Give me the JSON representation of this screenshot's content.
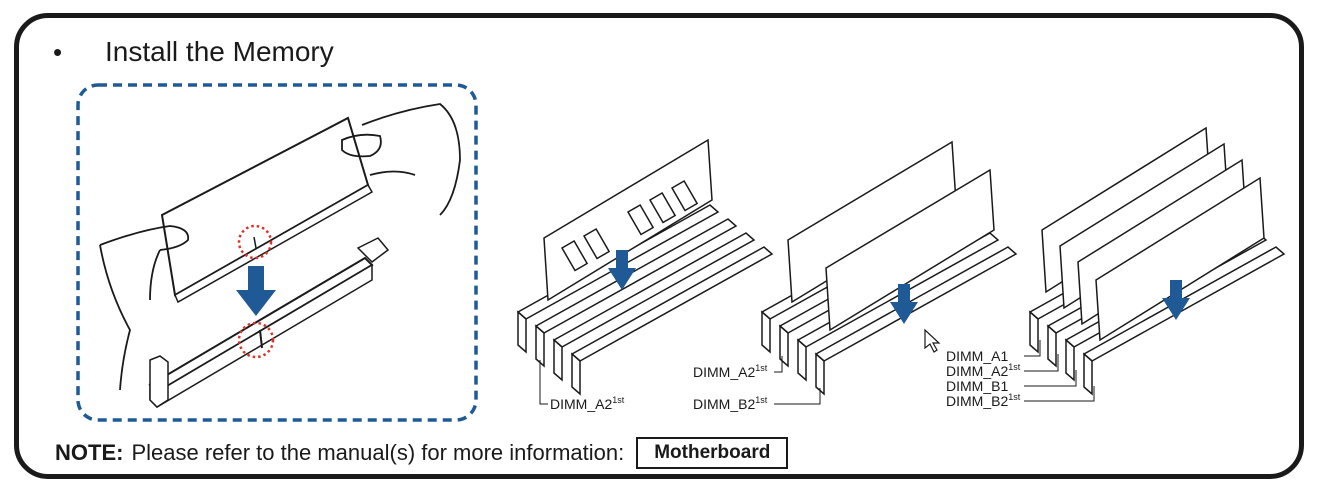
{
  "heading": {
    "bullet": "•",
    "text": "Install the Memory"
  },
  "labels": {
    "dimm_a1": "DIMM_A1",
    "dimm_a2": "DIMM_A2",
    "dimm_b1": "DIMM_B1",
    "dimm_b2": "DIMM_B2",
    "first_sup": "1st"
  },
  "note": {
    "key": "NOTE:",
    "text": "Please refer to the manual(s) for more information:",
    "button_label": "Motherboard"
  },
  "colors": {
    "border": "#1a1a1a",
    "dashed_box": "#1f5a96",
    "arrow": "#1f5a96",
    "notch_circle": "#d9342b"
  },
  "icons": [
    "bullet-icon",
    "down-arrow-icon",
    "mouse-cursor-icon"
  ]
}
